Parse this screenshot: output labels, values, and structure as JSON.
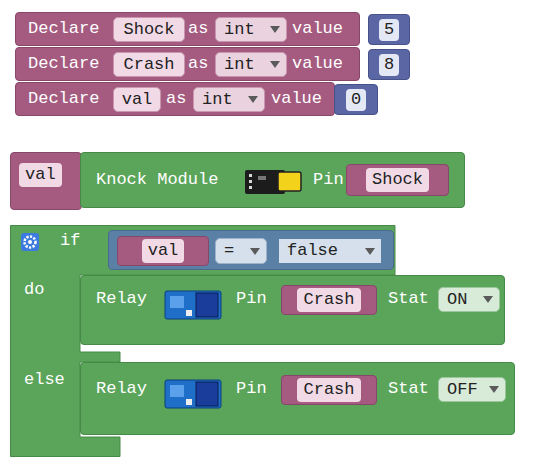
{
  "diagram": {
    "nodes": [
      {
        "text": [
          "Declare",
          "as",
          "value"
        ]
      },
      {
        "text": [
          "Shock"
        ],
        "in": 0
      },
      {
        "text": [
          "int"
        ],
        "in": 0
      },
      {
        "text": [
          "5"
        ],
        "in": 0
      },
      {
        "text": [
          "Declare",
          "as",
          "value"
        ]
      },
      {
        "text": [
          "Crash"
        ],
        "in": 4
      },
      {
        "text": [
          "int"
        ],
        "in": 4
      },
      {
        "text": [
          "8"
        ],
        "in": 4
      },
      {
        "text": [
          "Declare",
          "as",
          "value"
        ]
      },
      {
        "text": [
          "val"
        ],
        "in": 8
      },
      {
        "text": [
          "int"
        ],
        "in": 8
      },
      {
        "text": [
          "0"
        ],
        "in": 8
      },
      {
        "text": [
          "val"
        ]
      },
      {
        "text": [
          "Knock Module",
          "Pin"
        ]
      },
      {
        "text": [
          "Shock"
        ],
        "in": 13
      },
      {
        "text": [
          "if",
          "do",
          "else"
        ]
      },
      {
        "text": [],
        "in": 15
      },
      {
        "text": [
          "val"
        ],
        "in": 16
      },
      {
        "text": [
          "="
        ],
        "in": 16
      },
      {
        "text": [
          "false"
        ],
        "in": 16
      },
      {
        "text": [
          "Relay",
          "Pin",
          "Stat"
        ],
        "in": 15
      },
      {
        "text": [
          "Crash"
        ],
        "in": 20
      },
      {
        "text": [
          "ON"
        ],
        "in": 20
      },
      {
        "text": [
          "Relay",
          "Pin",
          "Stat"
        ],
        "in": 15
      },
      {
        "text": [
          "Crash"
        ],
        "in": 23
      },
      {
        "text": [
          "OFF"
        ],
        "in": 23
      }
    ]
  }
}
